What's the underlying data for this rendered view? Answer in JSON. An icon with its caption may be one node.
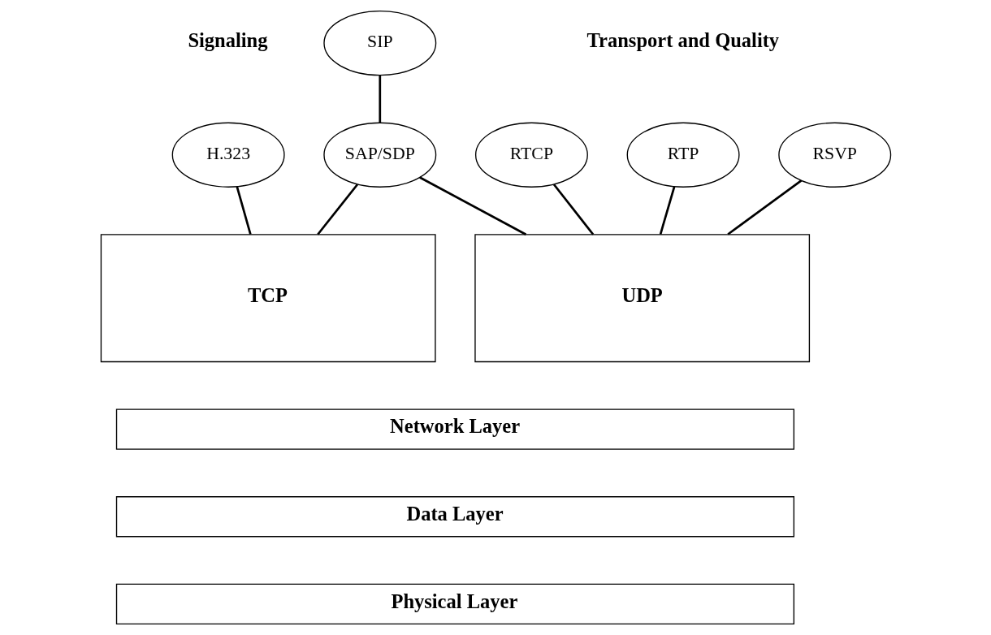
{
  "diagram": {
    "nodes": [
      {
        "text": [
          "SIP"
        ]
      },
      {
        "text": [
          "H.323"
        ]
      },
      {
        "text": [
          "SAP/SDP"
        ]
      },
      {
        "text": [
          "RTCP"
        ]
      },
      {
        "text": [
          "RTP"
        ]
      },
      {
        "text": [
          "RSVP"
        ]
      },
      {
        "text": [
          "TCP"
        ]
      },
      {
        "text": [
          "UDP"
        ]
      },
      {
        "text": [
          "Network Layer"
        ]
      },
      {
        "text": [
          "Data Layer"
        ]
      },
      {
        "text": [
          "Physical Layer"
        ]
      }
    ],
    "edges": [
      {
        "from": 0,
        "to": 2,
        "arrow": "none"
      },
      {
        "from": 1,
        "to": 6,
        "arrow": "none"
      },
      {
        "from": 2,
        "to": 6,
        "arrow": "none"
      },
      {
        "from": 2,
        "to": 7,
        "arrow": "none"
      },
      {
        "from": 3,
        "to": 7,
        "arrow": "none"
      },
      {
        "from": 4,
        "to": 7,
        "arrow": "none"
      },
      {
        "from": 5,
        "to": 7,
        "arrow": "none"
      }
    ],
    "labels": [
      "Signaling",
      "Transport and Quality"
    ]
  }
}
